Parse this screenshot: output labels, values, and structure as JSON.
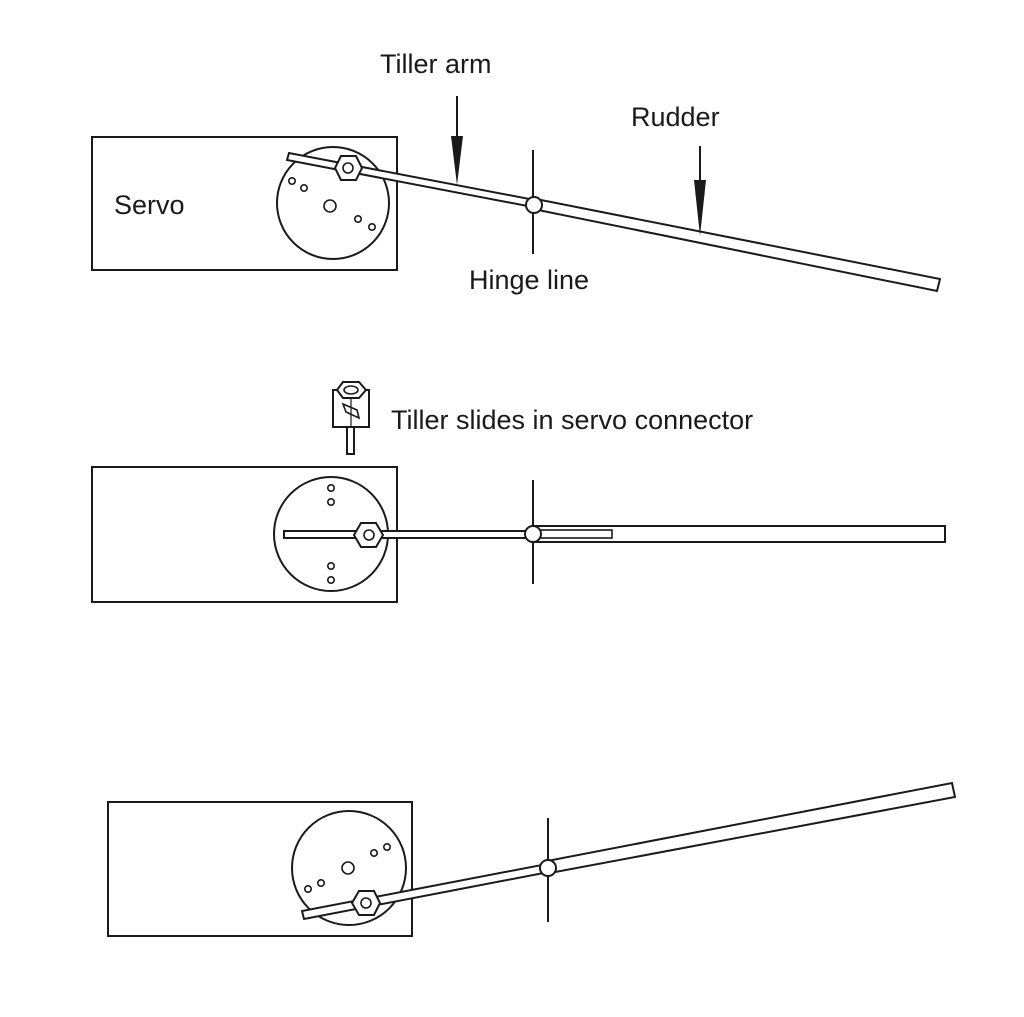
{
  "labels": {
    "tiller_arm": "Tiller arm",
    "rudder": "Rudder",
    "servo": "Servo",
    "hinge_line": "Hinge line",
    "tiller_slides": "Tiller slides in servo connector"
  },
  "colors": {
    "line": "#1a1a1a",
    "background": "#ffffff"
  }
}
